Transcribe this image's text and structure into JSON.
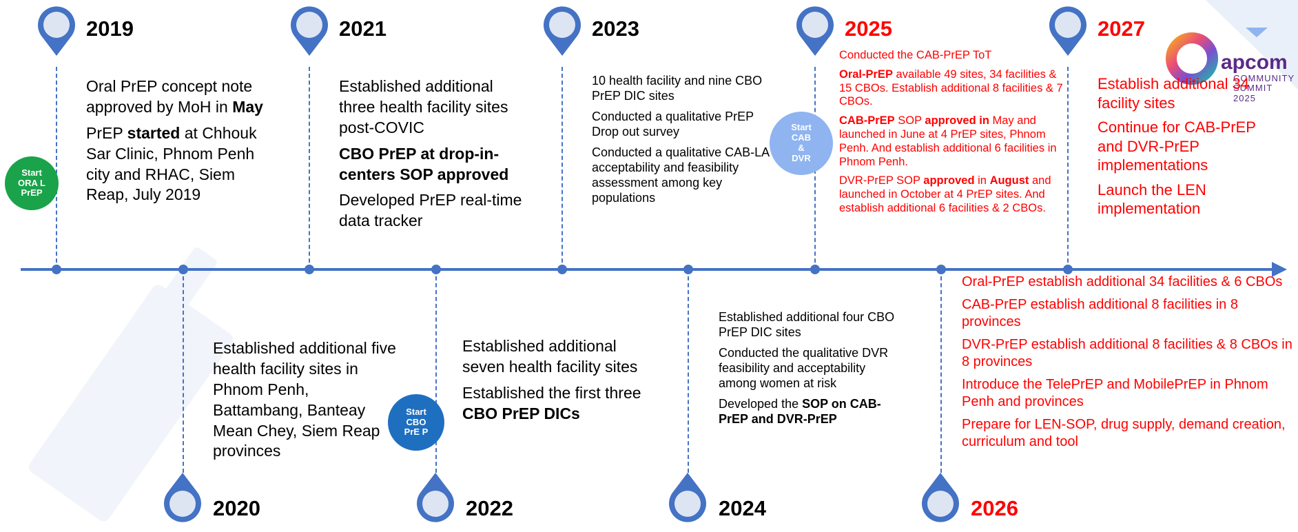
{
  "colors": {
    "timeline": "#4472c4",
    "highlight": "#ff0000",
    "start_oral": "#1aa34a",
    "start_cbo": "#1f6fc0",
    "start_cab": "#8fb4f0"
  },
  "brand": {
    "name": "apcom",
    "line1": "COMMUNITY",
    "line2": "SUMMIT 2025"
  },
  "badges": {
    "oral": {
      "text": "Start ORA L PrEP"
    },
    "cbo": {
      "text": "Start CBO PrE P"
    },
    "cab": {
      "text": "Start CAB & DVR"
    }
  },
  "milestones": {
    "y2019": {
      "year": "2019",
      "p1a": "Oral PrEP concept note approved by MoH in ",
      "p1b": "May",
      "p2a": "PrEP ",
      "p2b": "started",
      "p2c": " at Chhouk Sar Clinic, Phnom Penh city and RHAC, Siem Reap, July 2019"
    },
    "y2020": {
      "year": "2020",
      "p1": "Established additional five health facility sites in Phnom Penh, Battambang, Banteay Mean Chey, Siem Reap provinces"
    },
    "y2021": {
      "year": "2021",
      "p1": "Established additional three health facility sites post-COVIC",
      "p2": "CBO PrEP at drop-in-centers SOP approved",
      "p3": "Developed  PrEP real-time data tracker"
    },
    "y2022": {
      "year": "2022",
      "p1": "Established additional seven health  facility sites",
      "p2a": "Established the first three ",
      "p2b": "CBO PrEP DICs"
    },
    "y2023": {
      "year": "2023",
      "p1": "10 health facility and nine CBO PrEP DIC sites",
      "p2": "Conducted  a qualitative PrEP Drop out survey",
      "p3": "Conducted a qualitative CAB-LA  acceptability and feasibility assessment among key populations"
    },
    "y2024": {
      "year": "2024",
      "p1": "Established additional four CBO PrEP DIC sites",
      "p2": "Conducted the qualitative DVR feasibility and acceptability among women at risk",
      "p3a": "Developed the ",
      "p3b": "SOP on CAB-PrEP and DVR-PrEP"
    },
    "y2025": {
      "year": "2025",
      "p1": "Conducted the CAB-PrEP ToT",
      "p2a": "Oral-PrEP",
      "p2b": " available 49 sites, 34 facilities & 15 CBOs. Establish additional 8 facilities & 7 CBOs.",
      "p3a": "CAB-PrEP",
      "p3b": " SOP ",
      "p3c": "approved in",
      "p3d": " May and launched in June at 4 PrEP sites, Phnom Penh. And establish additional 6 facilities in Phnom Penh.",
      "p4a": "DVR-PrEP SOP ",
      "p4b": "approved",
      "p4c": " in ",
      "p4d": "August",
      "p4e": " and launched in October at 4 PrEP sites. And establish additional 6 facilities & 2 CBOs."
    },
    "y2026": {
      "year": "2026",
      "items": [
        "Oral-PrEP establish additional 34 facilities & 6 CBOs",
        "CAB-PrEP establish additional 8 facilities in 8 provinces",
        "DVR-PrEP establish additional 8 facilities & 8 CBOs in 8 provinces",
        "Introduce the TelePrEP and MobilePrEP in Phnom Penh and provinces",
        "Prepare for LEN-SOP, drug supply, demand creation, curriculum and tool"
      ]
    },
    "y2027": {
      "year": "2027",
      "items": [
        "Establish additional 34 facility sites",
        "Continue for CAB-PrEP and DVR-PrEP implementations",
        "Launch the LEN implementation"
      ]
    }
  }
}
